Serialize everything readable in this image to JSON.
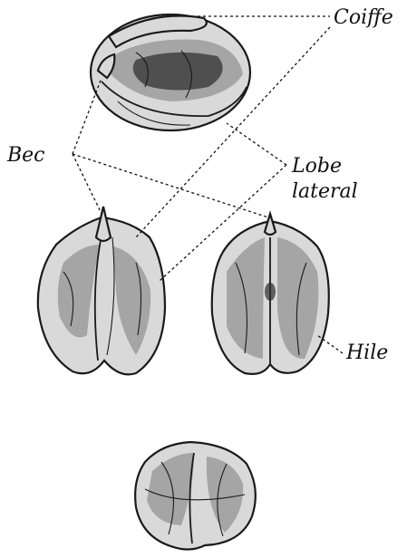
{
  "labels": {
    "coiffe": "Coiffe",
    "bec": "Bec",
    "lobe_lateral_1": "Lobe",
    "lobe_lateral_2": "lateral",
    "hile": "Hile"
  },
  "colors": {
    "ink": "#111111",
    "background": "#ffffff"
  }
}
